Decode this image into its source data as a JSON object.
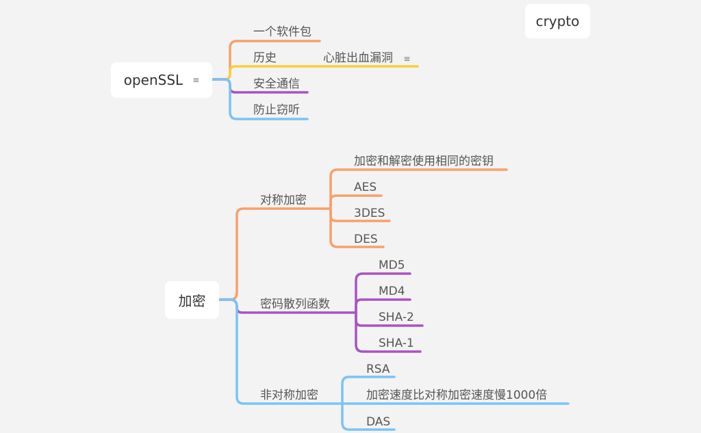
{
  "colors": {
    "background": "#f3f3f4",
    "orange": "#f7a06a",
    "yellow": "#f8cf3c",
    "purple": "#a952c4",
    "blue": "#7cc2f3"
  },
  "floating_topic": {
    "label": "crypto"
  },
  "openssl": {
    "root": {
      "label": "openSSL",
      "note_icon": "note-icon"
    },
    "branches": {
      "package": "一个软件包",
      "history": "历史",
      "heartbleed": "心脏出血漏洞",
      "secure_comm": "安全通信",
      "anti_eavesdrop": "防止窃听"
    }
  },
  "encryption": {
    "root": {
      "label": "加密"
    },
    "symmetric": {
      "label": "对称加密",
      "children": {
        "same_key": "加密和解密使用相同的密钥",
        "aes": "AES",
        "tdes": "3DES",
        "des": "DES"
      }
    },
    "hash": {
      "label": "密码散列函数",
      "children": {
        "md5": "MD5",
        "md4": "MD4",
        "sha2": "SHA-2",
        "sha1": "SHA-1"
      }
    },
    "asymmetric": {
      "label": "非对称加密",
      "children": {
        "rsa": "RSA",
        "speed": "加密速度比对称加密速度慢1000倍",
        "das": "DAS"
      }
    }
  }
}
